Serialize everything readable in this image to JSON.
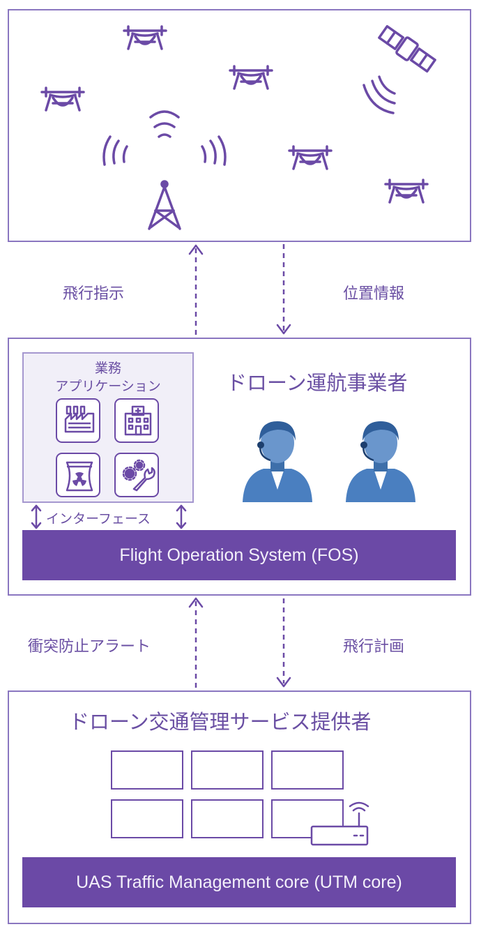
{
  "arrows_top": {
    "left_label": "飛行指示",
    "right_label": "位置情報"
  },
  "operator": {
    "title": "ドローン運航事業者",
    "app_title_line1": "業務",
    "app_title_line2": "アプリケーション",
    "interface_label": "インターフェース",
    "fos_label": "Flight Operation System (FOS)"
  },
  "arrows_bottom": {
    "left_label": "衝突防止アラート",
    "right_label": "飛行計画"
  },
  "utm": {
    "title": "ドローン交通管理サービス提供者",
    "core_label": "UAS Traffic Management core (UTM core)"
  },
  "colors": {
    "accent": "#6b49a6",
    "border": "#8a76c0",
    "person": "#4a7fc0"
  },
  "icons": [
    "drone-icon",
    "satellite-icon",
    "radio-tower-icon",
    "factory-icon",
    "hospital-icon",
    "nuclear-plant-icon",
    "gear-wrench-icon",
    "operator-person-icon",
    "router-icon"
  ]
}
